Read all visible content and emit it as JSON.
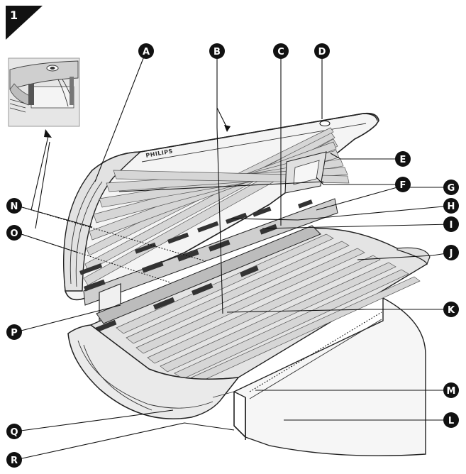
{
  "figure": {
    "number": "1"
  },
  "brand": {
    "name": "PHILIPS"
  },
  "callouts": [
    {
      "id": "A",
      "label": "A"
    },
    {
      "id": "B",
      "label": "B"
    },
    {
      "id": "C",
      "label": "C"
    },
    {
      "id": "D",
      "label": "D"
    },
    {
      "id": "E",
      "label": "E"
    },
    {
      "id": "F",
      "label": "F"
    },
    {
      "id": "G",
      "label": "G"
    },
    {
      "id": "H",
      "label": "H"
    },
    {
      "id": "I",
      "label": "I"
    },
    {
      "id": "J",
      "label": "J"
    },
    {
      "id": "K",
      "label": "K"
    },
    {
      "id": "L",
      "label": "L"
    },
    {
      "id": "M",
      "label": "M"
    },
    {
      "id": "N",
      "label": "N"
    },
    {
      "id": "O",
      "label": "O"
    },
    {
      "id": "P",
      "label": "P"
    },
    {
      "id": "Q",
      "label": "Q"
    },
    {
      "id": "R",
      "label": "R"
    }
  ],
  "colors": {
    "callout": "#111111",
    "line": "#222222",
    "panel": "#dddddd",
    "inset": "#e6e6e6"
  }
}
